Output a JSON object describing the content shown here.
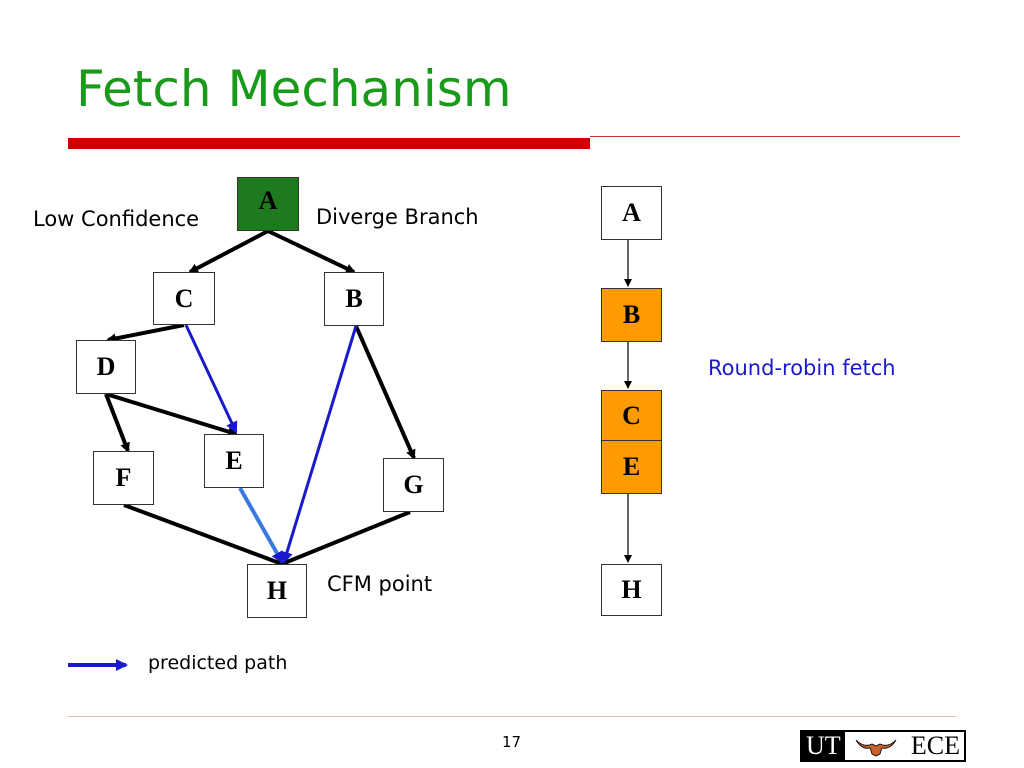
{
  "slide": {
    "title": "Fetch Mechanism",
    "page_number": "17"
  },
  "colors": {
    "title_green": "#1a9a1a",
    "red_rule": "#cc0000",
    "node_green": "#1e7a1e",
    "node_orange": "#ff9a00",
    "predicted_blue": "#1a1acc",
    "light_blue": "#3a7ae0"
  },
  "graph": {
    "nodes": {
      "A": "A",
      "B": "B",
      "C": "C",
      "D": "D",
      "E": "E",
      "F": "F",
      "G": "G",
      "H": "H"
    },
    "labels": {
      "low_confidence": "Low Confidence",
      "diverge_branch": "Diverge Branch",
      "cfm_point": "CFM point"
    }
  },
  "fetch_order": {
    "nodes": [
      "A",
      "B",
      "C",
      "E",
      "H"
    ],
    "label": "Round-robin fetch"
  },
  "legend": {
    "predicted_path": "predicted path"
  },
  "logo": {
    "left": "UT",
    "right": "ECE"
  }
}
